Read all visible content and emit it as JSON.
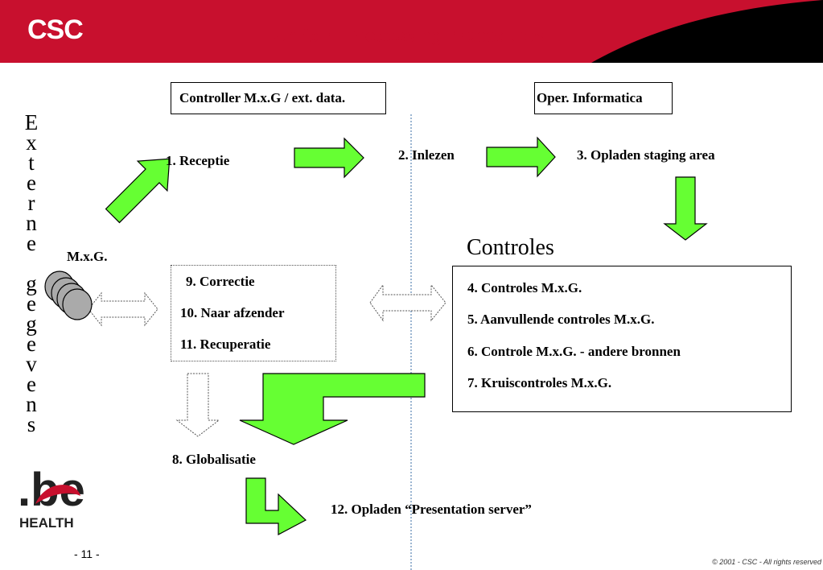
{
  "header": {
    "logo": "CSC",
    "title": "Uniform Processing Procedures"
  },
  "side_label": "Externe gegevens",
  "side_letters": [
    "E",
    "x",
    "t",
    "e",
    "r",
    "n",
    "e",
    "",
    "g",
    "e",
    "g",
    "e",
    "v",
    "e",
    "n",
    "s"
  ],
  "lanes": {
    "left": "Controller M.x.G / ext. data.",
    "right": "Oper. Informatica"
  },
  "steps": {
    "receptie": "1.  Receptie",
    "inlezen": "2. Inlezen",
    "opladen_staging": "3. Opladen staging area",
    "controles_title": "Controles",
    "c4": "4. Controles M.x.G.",
    "c5": "5. Aanvullende controles M.x.G.",
    "c6": "6. Controle M.x.G. - andere bronnen",
    "c7": "7. Kruiscontroles M.x.G.",
    "correctie": "9. Correctie",
    "afzender": "10. Naar afzender",
    "recuperatie": "11. Recuperatie",
    "globalisatie": "8. Globalisatie",
    "presentation": "12. Opladen “Presentation server”",
    "mxg": "M.x.G."
  },
  "footer": {
    "brand": ".be",
    "health": "HEALTH",
    "page": "- 11 -",
    "copyright": "© 2001 - CSC  -  All rights reserved"
  },
  "colors": {
    "header_red": "#c8102e",
    "arrow_green": "#66ff33"
  }
}
